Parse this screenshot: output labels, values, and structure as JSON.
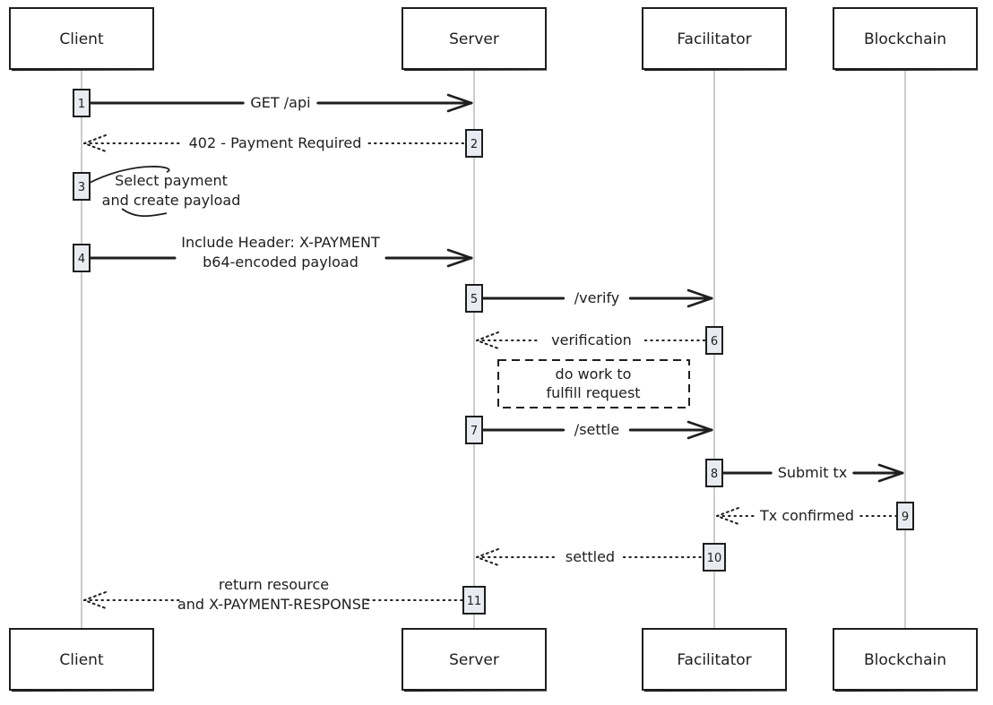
{
  "actors": [
    {
      "id": "client",
      "label": "Client"
    },
    {
      "id": "server",
      "label": "Server"
    },
    {
      "id": "facilitator",
      "label": "Facilitator"
    },
    {
      "id": "blockchain",
      "label": "Blockchain"
    }
  ],
  "steps": [
    {
      "num": "1",
      "kind": "solid",
      "from": "client",
      "to": "server",
      "lines": [
        "GET /api"
      ]
    },
    {
      "num": "2",
      "kind": "dotted",
      "from": "server",
      "to": "client",
      "lines": [
        "402 - Payment Required"
      ]
    },
    {
      "num": "3",
      "kind": "self",
      "from": "client",
      "to": "client",
      "lines": [
        "Select payment",
        "and create payload"
      ]
    },
    {
      "num": "4",
      "kind": "solid",
      "from": "client",
      "to": "server",
      "lines": [
        "Include Header: X-PAYMENT",
        "b64-encoded payload"
      ]
    },
    {
      "num": "5",
      "kind": "solid",
      "from": "server",
      "to": "facilitator",
      "lines": [
        "/verify"
      ]
    },
    {
      "num": "6",
      "kind": "dotted",
      "from": "facilitator",
      "to": "server",
      "lines": [
        "verification"
      ]
    },
    {
      "num": "7",
      "kind": "solid",
      "from": "server",
      "to": "facilitator",
      "lines": [
        "/settle"
      ]
    },
    {
      "num": "8",
      "kind": "solid",
      "from": "facilitator",
      "to": "blockchain",
      "lines": [
        "Submit tx"
      ]
    },
    {
      "num": "9",
      "kind": "dotted",
      "from": "blockchain",
      "to": "facilitator",
      "lines": [
        "Tx confirmed"
      ]
    },
    {
      "num": "10",
      "kind": "dotted",
      "from": "facilitator",
      "to": "server",
      "lines": [
        "settled"
      ]
    },
    {
      "num": "11",
      "kind": "dotted",
      "from": "server",
      "to": "client",
      "lines": [
        "return resource",
        "and X-PAYMENT-RESPONSE"
      ]
    }
  ],
  "note": {
    "lines": [
      "do work to",
      "fulfill request"
    ]
  },
  "colors": {
    "ink": "#1e1e1e",
    "lifeline": "#9a9a9a",
    "step_fill": "#e8ebf0",
    "background": "#ffffff"
  }
}
